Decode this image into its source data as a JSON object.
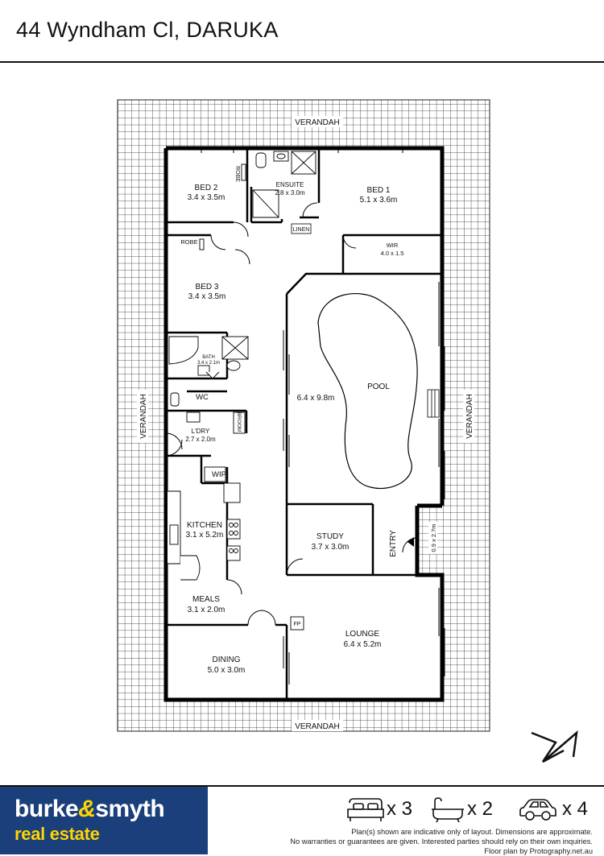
{
  "header": {
    "title": "44 Wyndham Cl, DARUKA"
  },
  "rooms": [
    {
      "key": "bed2",
      "name": "BED 2",
      "size": "3.4 x 3.5m"
    },
    {
      "key": "bed1",
      "name": "BED 1",
      "size": "5.1 x 3.6m"
    },
    {
      "key": "ensuite",
      "name": "ENSUITE",
      "size": "2.8 x 3.0m"
    },
    {
      "key": "wir",
      "name": "WIR",
      "size": "4.0 x 1.5"
    },
    {
      "key": "bed3",
      "name": "BED 3",
      "size": "3.4 x 3.5m"
    },
    {
      "key": "bath",
      "name": "BATH",
      "size": "3.4 x 2.1m"
    },
    {
      "key": "pool",
      "name": "POOL",
      "size": "6.4 x 9.8m"
    },
    {
      "key": "laundry",
      "name": "L'DRY",
      "size": "2.7 x 2.0m"
    },
    {
      "key": "kitchen",
      "name": "KITCHEN",
      "size": "3.1 x 5.2m"
    },
    {
      "key": "study",
      "name": "STUDY",
      "size": "3.7 x 3.0m"
    },
    {
      "key": "meals",
      "name": "MEALS",
      "size": "3.1 x 2.0m"
    },
    {
      "key": "lounge",
      "name": "LOUNGE",
      "size": "6.4 x 5.2m"
    },
    {
      "key": "dining",
      "name": "DINING",
      "size": "5.0 x 3.0m"
    }
  ],
  "labels": {
    "verandah": "VERANDAH",
    "robe": "ROBE",
    "linen": "LINEN",
    "wc": "WC",
    "broom": "BROOM",
    "wip": "WIP",
    "entry": "ENTRY",
    "porch_size": "0.9 x 2.7m",
    "fp": "FP"
  },
  "footer": {
    "logo_line1_a": "burke",
    "logo_amp": "&",
    "logo_line1_b": "smyth",
    "logo_line2": "real estate",
    "beds": "x 3",
    "baths": "x 2",
    "cars": "x 4",
    "disclaimer_1": "Plan(s) shown are indicative only of layout. Dimensions are approximate.",
    "disclaimer_2": "No warranties or guarantees are given. Interested parties should rely on their own inquiries.",
    "disclaimer_3": "Floor plan by Protography.net.au"
  },
  "colors": {
    "brand_blue": "#1b3f7a",
    "brand_yellow": "#ffd400"
  },
  "icons": [
    "bed-icon",
    "bath-icon",
    "car-icon",
    "north-arrow-icon"
  ]
}
